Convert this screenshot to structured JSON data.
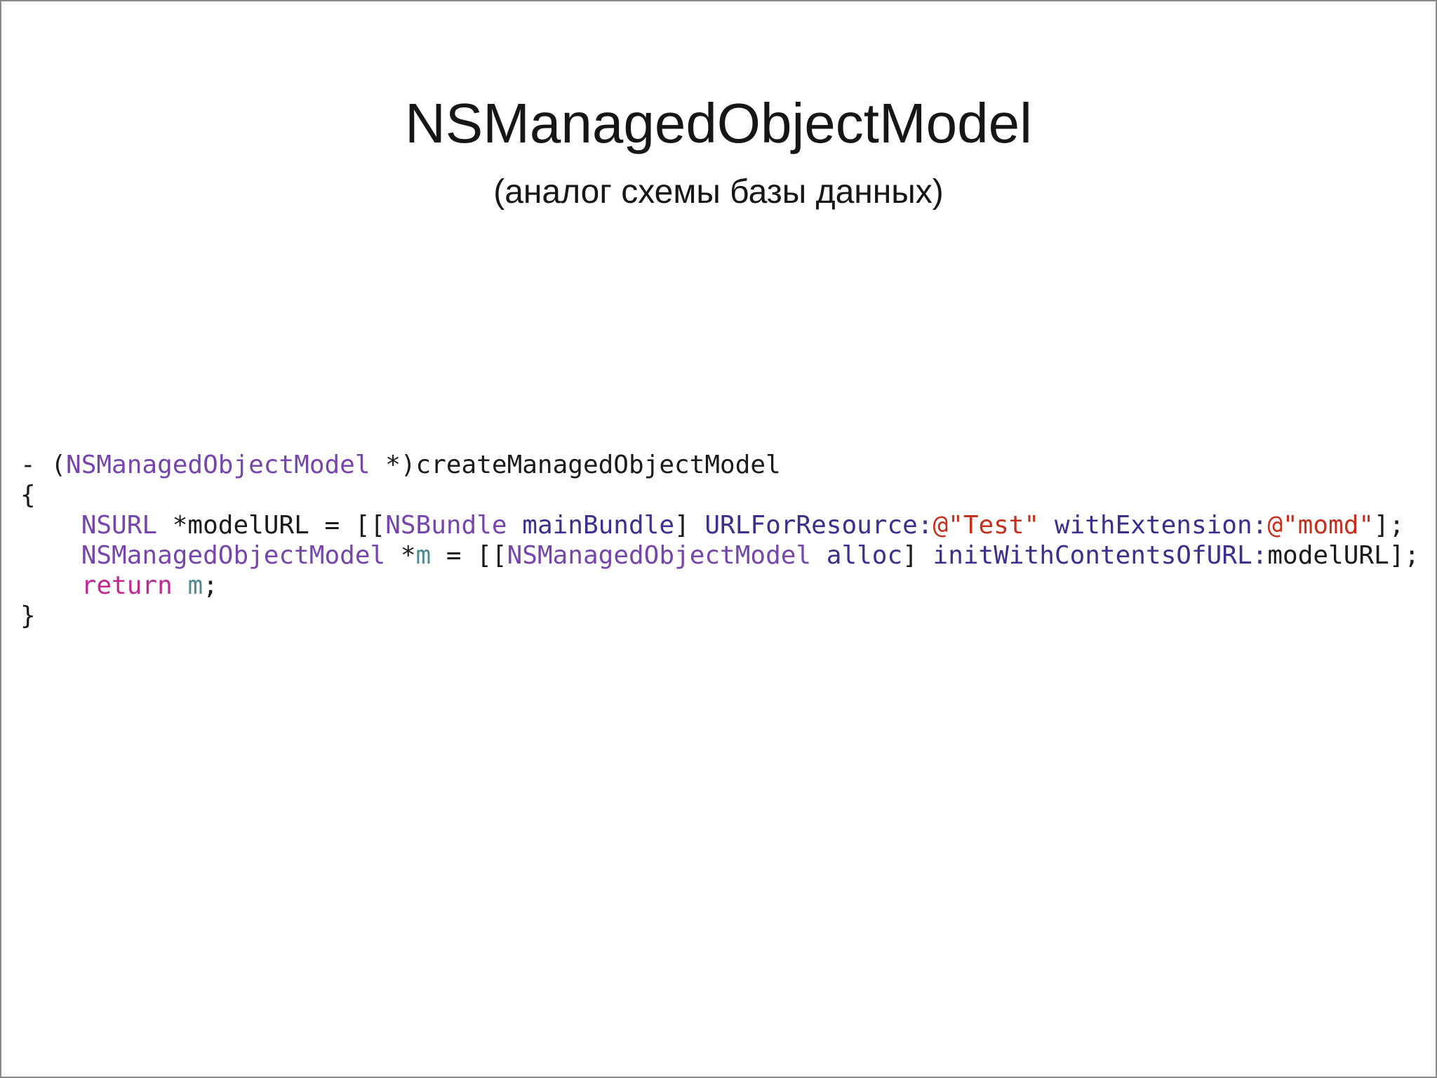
{
  "slide": {
    "title": "NSManagedObjectModel",
    "subtitle": "(аналог схемы базы данных)"
  },
  "colors": {
    "plain": "#1b1b1b",
    "class_name": "#7646AE",
    "method_name": "#3C2F8F",
    "string_literal": "#C5311C",
    "keyword": "#C12A94",
    "variable": "#4D8A94",
    "border": "#8a8a8a",
    "background": "#ffffff"
  },
  "code": {
    "language": "objective-c",
    "lines": [
      {
        "tokens": [
          {
            "t": "- (",
            "c": "plain"
          },
          {
            "t": "NSManagedObjectModel",
            "c": "class_name"
          },
          {
            "t": " *)createManagedObjectModel",
            "c": "plain"
          }
        ]
      },
      {
        "tokens": [
          {
            "t": "{",
            "c": "plain"
          }
        ]
      },
      {
        "tokens": [
          {
            "t": "    ",
            "c": "plain"
          },
          {
            "t": "NSURL",
            "c": "class_name"
          },
          {
            "t": " *modelURL = [[",
            "c": "plain"
          },
          {
            "t": "NSBundle",
            "c": "class_name"
          },
          {
            "t": " ",
            "c": "plain"
          },
          {
            "t": "mainBundle",
            "c": "method_name"
          },
          {
            "t": "] ",
            "c": "plain"
          },
          {
            "t": "URLForResource:",
            "c": "method_name"
          },
          {
            "t": "@\"Test\"",
            "c": "string_literal"
          },
          {
            "t": " ",
            "c": "plain"
          },
          {
            "t": "withExtension:",
            "c": "method_name"
          },
          {
            "t": "@\"momd\"",
            "c": "string_literal"
          },
          {
            "t": "];",
            "c": "plain"
          }
        ]
      },
      {
        "tokens": [
          {
            "t": "    ",
            "c": "plain"
          },
          {
            "t": "NSManagedObjectModel",
            "c": "class_name"
          },
          {
            "t": " *",
            "c": "plain"
          },
          {
            "t": "m",
            "c": "variable"
          },
          {
            "t": " = [[",
            "c": "plain"
          },
          {
            "t": "NSManagedObjectModel",
            "c": "class_name"
          },
          {
            "t": " ",
            "c": "plain"
          },
          {
            "t": "alloc",
            "c": "method_name"
          },
          {
            "t": "] ",
            "c": "plain"
          },
          {
            "t": "initWithContentsOfURL:",
            "c": "method_name"
          },
          {
            "t": "modelURL",
            "c": "plain"
          },
          {
            "t": "];",
            "c": "plain"
          }
        ]
      },
      {
        "tokens": [
          {
            "t": "    ",
            "c": "plain"
          },
          {
            "t": "return",
            "c": "keyword"
          },
          {
            "t": " ",
            "c": "plain"
          },
          {
            "t": "m",
            "c": "variable"
          },
          {
            "t": ";",
            "c": "plain"
          }
        ]
      },
      {
        "tokens": [
          {
            "t": "}",
            "c": "plain"
          }
        ]
      }
    ]
  }
}
